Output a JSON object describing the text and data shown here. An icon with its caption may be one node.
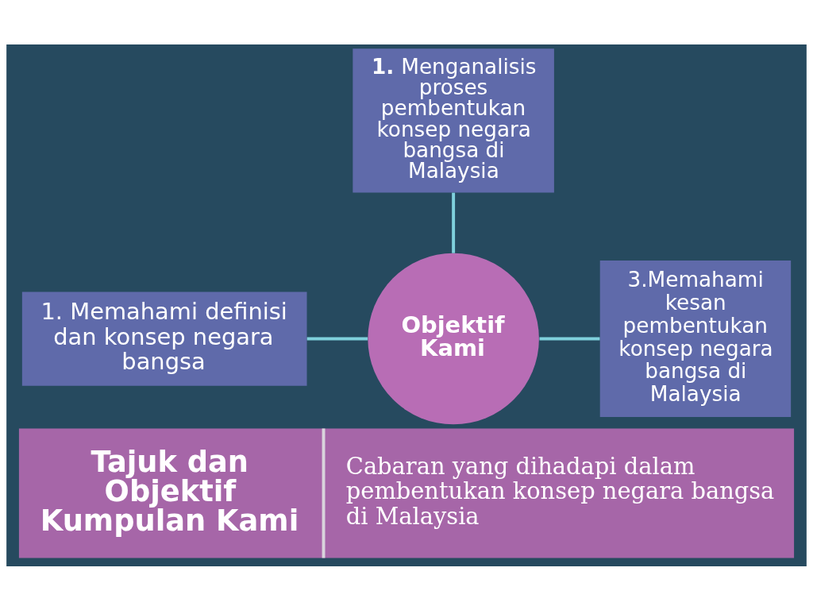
{
  "diagram": {
    "title": "Tajuk dan Objektif Kumpulan Kami",
    "caption": "Cabaran yang dihadapi dalam pembentukan konsep negara bangsa di Malaysia",
    "nodes": [
      {
        "text": [
          "**1.** Menganalisis proses pembentukan konsep negara bangsa di Malaysia"
        ]
      },
      {
        "text": [
          "1. Memahami definisi dan konsep negara bangsa"
        ]
      },
      {
        "text": [
          "Objektif Kami"
        ]
      },
      {
        "text": [
          "3.Memahami kesan pembentukan konsep negara bangsa di Malaysia"
        ]
      }
    ],
    "edges": [
      {
        "from": 0,
        "to": 2,
        "arrow": "none"
      },
      {
        "from": 1,
        "to": 2,
        "arrow": "none"
      },
      {
        "from": 2,
        "to": 3,
        "arrow": "none"
      }
    ]
  }
}
